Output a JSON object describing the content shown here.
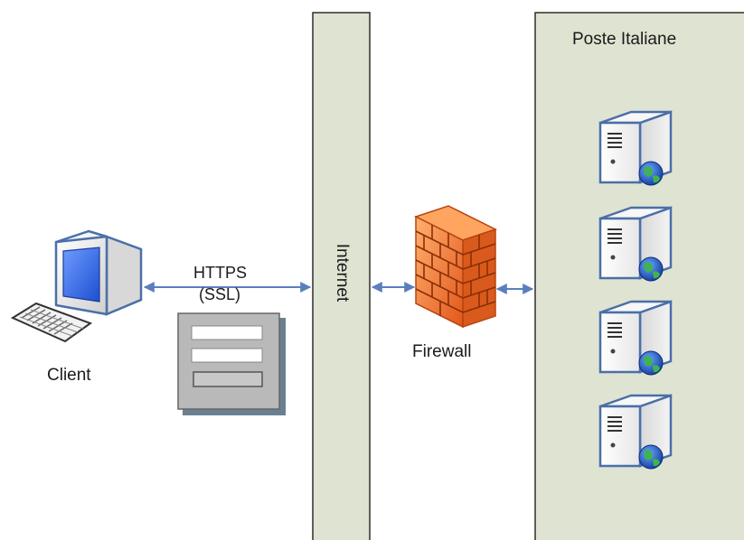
{
  "zones": {
    "internet": {
      "label": "Internet"
    },
    "datacenter": {
      "label": "Poste Italiane"
    }
  },
  "nodes": {
    "client": {
      "label": "Client",
      "icon": "computer-icon"
    },
    "firewall": {
      "label": "Firewall",
      "icon": "firewall-icon"
    },
    "servers": [
      {
        "icon": "server-icon"
      },
      {
        "icon": "server-icon"
      },
      {
        "icon": "server-icon"
      },
      {
        "icon": "server-icon"
      }
    ]
  },
  "connections": {
    "client_to_internet": {
      "label_line1": "HTTPS",
      "label_line2": "(SSL)"
    }
  },
  "colors": {
    "zone_fill": "#dfe3d2",
    "zone_border": "#2d2d2d",
    "arrow": "#5a7fbf",
    "firewall_brick": "#f07a2c"
  }
}
